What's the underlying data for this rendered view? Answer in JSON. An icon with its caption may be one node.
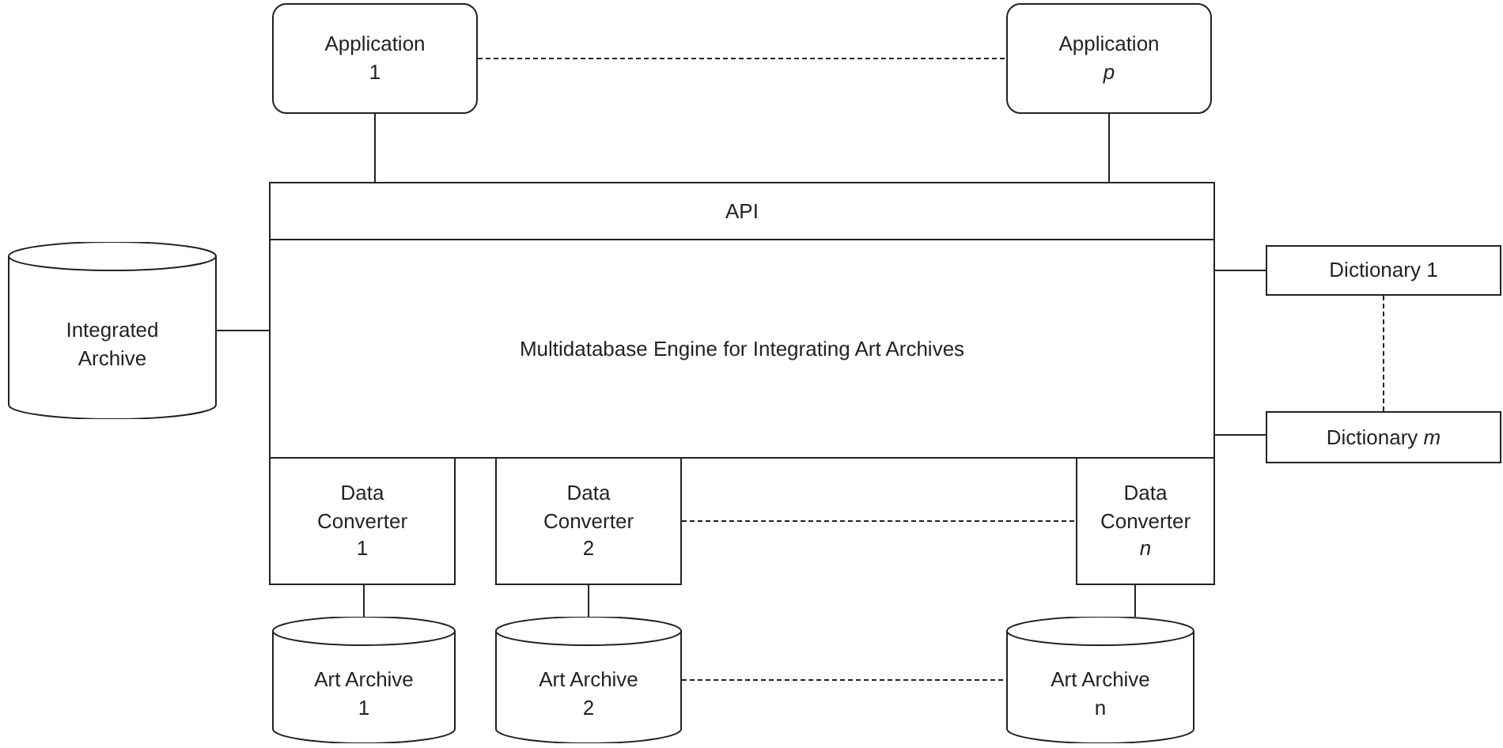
{
  "diagram": {
    "nodes": [
      {
        "text": [
          "Application 1"
        ]
      },
      {
        "text": [
          "Application *p*"
        ]
      },
      {
        "text": [
          "API"
        ]
      },
      {
        "text": [
          "Integrated Archive"
        ]
      },
      {
        "text": [
          "Multidatabase Engine for Integrating Art Archives"
        ]
      },
      {
        "text": [
          "Dictionary 1"
        ]
      },
      {
        "text": [
          "Dictionary *m*"
        ]
      },
      {
        "text": [
          "Data Converter 1"
        ]
      },
      {
        "text": [
          "Data Converter 2"
        ]
      },
      {
        "text": [
          "Data Converter *n*"
        ]
      },
      {
        "text": [
          "Art Archive 1"
        ]
      },
      {
        "text": [
          "Art Archive 2"
        ]
      },
      {
        "text": [
          "Art Archive n"
        ]
      }
    ],
    "edges": [
      {
        "from": 0,
        "to": 1,
        "arrow": "none",
        "style": "dashed"
      },
      {
        "from": 0,
        "to": 2,
        "arrow": "none"
      },
      {
        "from": 1,
        "to": 2,
        "arrow": "none"
      },
      {
        "from": 3,
        "to": 4,
        "arrow": "none"
      },
      {
        "from": 4,
        "to": 5,
        "arrow": "none"
      },
      {
        "from": 4,
        "to": 6,
        "arrow": "none"
      },
      {
        "from": 5,
        "to": 6,
        "arrow": "none",
        "style": "dashed"
      },
      {
        "from": 8,
        "to": 9,
        "arrow": "none",
        "style": "dashed"
      },
      {
        "from": 7,
        "to": 10,
        "arrow": "none"
      },
      {
        "from": 8,
        "to": 11,
        "arrow": "none"
      },
      {
        "from": 9,
        "to": 12,
        "arrow": "none"
      },
      {
        "from": 11,
        "to": 12,
        "arrow": "none",
        "style": "dashed"
      }
    ]
  }
}
